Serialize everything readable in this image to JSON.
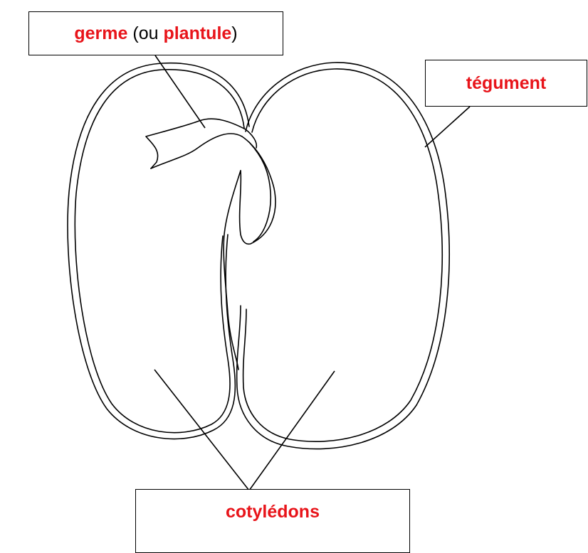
{
  "labels": {
    "germe": {
      "term": "germe",
      "open": " (ou ",
      "synonym": "plantule",
      "close": ")"
    },
    "tegument": "tégument",
    "cotyledons": "cotylédons"
  },
  "colors": {
    "term_text": "#e8141a",
    "plain_text": "#000000",
    "line": "#000000",
    "background": "#ffffff"
  }
}
